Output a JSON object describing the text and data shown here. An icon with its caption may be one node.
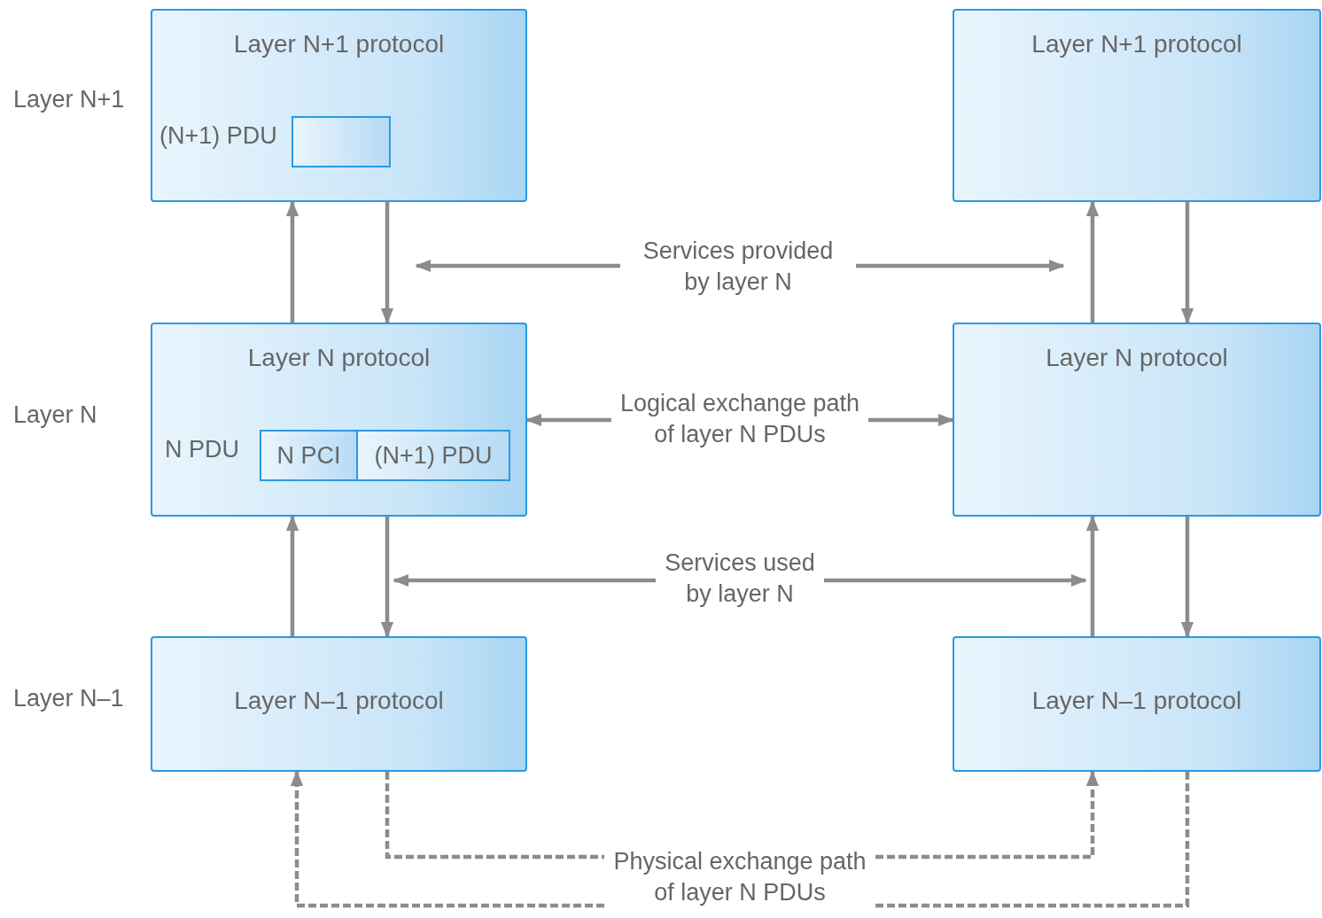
{
  "diagram": {
    "nodes": [
      {
        "text": [
          "Layer N+1 protocol"
        ]
      },
      {
        "text": [],
        "shape": "box",
        "in": 0,
        "beside": [
          "(N+1) PDU"
        ]
      },
      {
        "text": [
          "Layer N+1 protocol"
        ]
      },
      {
        "text": [
          "Layer N protocol"
        ]
      },
      {
        "text": [
          "N PCI"
        ],
        "in": 3,
        "beside": [
          "N PDU"
        ]
      },
      {
        "text": [
          "(N+1) PDU"
        ],
        "in": 3
      },
      {
        "text": [
          "Layer N protocol"
        ]
      },
      {
        "text": [
          "Layer N–1 protocol"
        ]
      },
      {
        "text": [
          "Layer N–1 protocol"
        ]
      },
      {
        "text": [
          "Services provided by layer N"
        ]
      },
      {
        "text": [
          "Logical exchange path of layer N PDUs"
        ]
      },
      {
        "text": [
          "Services used by layer N"
        ]
      },
      {
        "text": [
          "Physical exchange path of layer N PDUs"
        ]
      }
    ],
    "edges": [
      {
        "from": 3,
        "to": 0,
        "arrow": "to"
      },
      {
        "from": 0,
        "to": 3,
        "arrow": "to"
      },
      {
        "from": 6,
        "to": 2,
        "arrow": "to"
      },
      {
        "from": 2,
        "to": 6,
        "arrow": "to"
      },
      {
        "from": 9,
        "to": null,
        "arrow": "to"
      },
      {
        "from": 9,
        "to": null,
        "arrow": "to"
      },
      {
        "from": 10,
        "to": 3,
        "arrow": "to"
      },
      {
        "from": 10,
        "to": 6,
        "arrow": "to"
      },
      {
        "from": 7,
        "to": 3,
        "arrow": "to"
      },
      {
        "from": 3,
        "to": 7,
        "arrow": "to"
      },
      {
        "from": 8,
        "to": 6,
        "arrow": "to"
      },
      {
        "from": 6,
        "to": 8,
        "arrow": "to"
      },
      {
        "from": 11,
        "to": null,
        "arrow": "to"
      },
      {
        "from": 11,
        "to": null,
        "arrow": "to"
      },
      {
        "from": 7,
        "to": 12,
        "arrow": "none",
        "style": "dashed"
      },
      {
        "from": 12,
        "to": 8,
        "arrow": "to",
        "style": "dashed"
      },
      {
        "from": 8,
        "to": 12,
        "arrow": "none",
        "style": "dashed"
      },
      {
        "from": 12,
        "to": 7,
        "arrow": "to",
        "style": "dashed"
      }
    ],
    "labels": [
      "Layer N+1",
      "Layer N",
      "Layer N–1"
    ]
  }
}
